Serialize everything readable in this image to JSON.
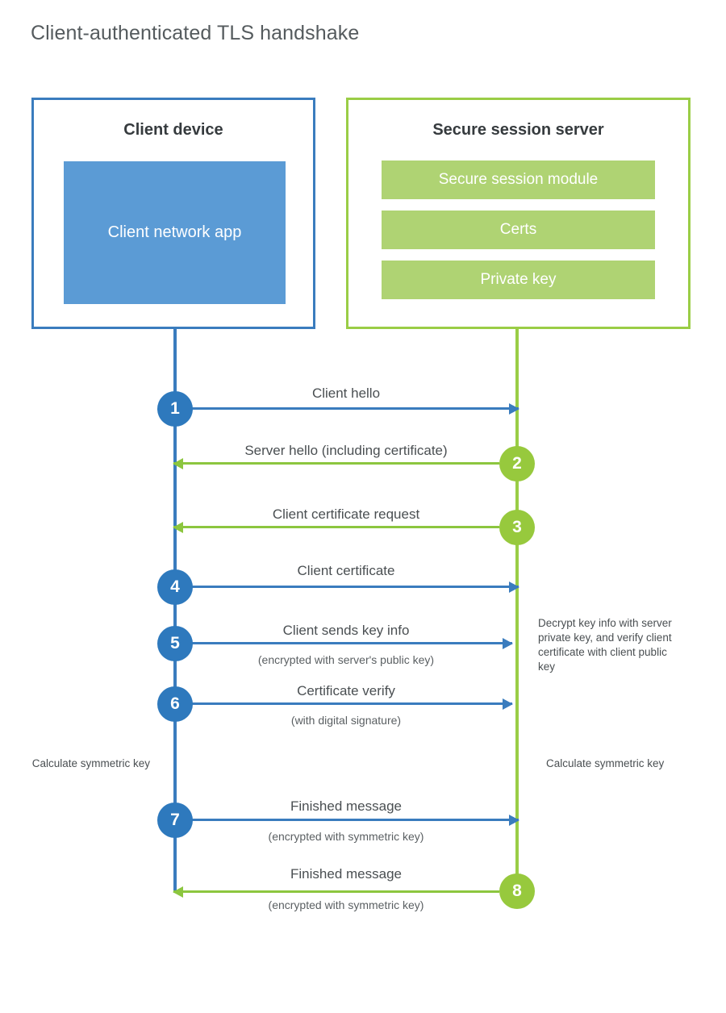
{
  "title": "Client-authenticated TLS handshake",
  "parties": {
    "client": {
      "title": "Client device",
      "app_label": "Client network app"
    },
    "server": {
      "title": "Secure session server",
      "components": [
        "Secure session module",
        "Certs",
        "Private key"
      ]
    }
  },
  "steps": [
    {
      "number": "1",
      "label": "Client hello",
      "sublabel": "",
      "direction": "client-to-server",
      "color": "blue"
    },
    {
      "number": "2",
      "label": "Server hello (including certificate)",
      "sublabel": "",
      "direction": "server-to-client",
      "color": "green"
    },
    {
      "number": "3",
      "label": "Client certificate request",
      "sublabel": "",
      "direction": "server-to-client",
      "color": "green"
    },
    {
      "number": "4",
      "label": "Client certificate",
      "sublabel": "",
      "direction": "client-to-server",
      "color": "blue"
    },
    {
      "number": "5",
      "label": "Client sends key info",
      "sublabel": "(encrypted with server's public key)",
      "direction": "client-to-server",
      "color": "blue"
    },
    {
      "number": "6",
      "label": "Certificate verify",
      "sublabel": "(with digital signature)",
      "direction": "client-to-server",
      "color": "blue"
    },
    {
      "number": "7",
      "label": "Finished message",
      "sublabel": "(encrypted with symmetric key)",
      "direction": "client-to-server",
      "color": "blue"
    },
    {
      "number": "8",
      "label": "Finished message",
      "sublabel": "(encrypted with symmetric key)",
      "direction": "server-to-client",
      "color": "green"
    }
  ],
  "notes": {
    "server_decrypt": "Decrypt key info with server private key, and verify client certificate with client public key",
    "client_calculate": "Calculate symmetric key",
    "server_calculate": "Calculate symmetric key"
  },
  "colors": {
    "client_blue": "#3a7cbe",
    "client_app_fill": "#5B9BD5",
    "client_circle": "#2E79BD",
    "server_green": "#9ACD46",
    "server_item_fill": "#AFD373",
    "server_circle": "#97C93D",
    "arrow_green": "#8CC63F",
    "title_gray": "#555b5e"
  }
}
